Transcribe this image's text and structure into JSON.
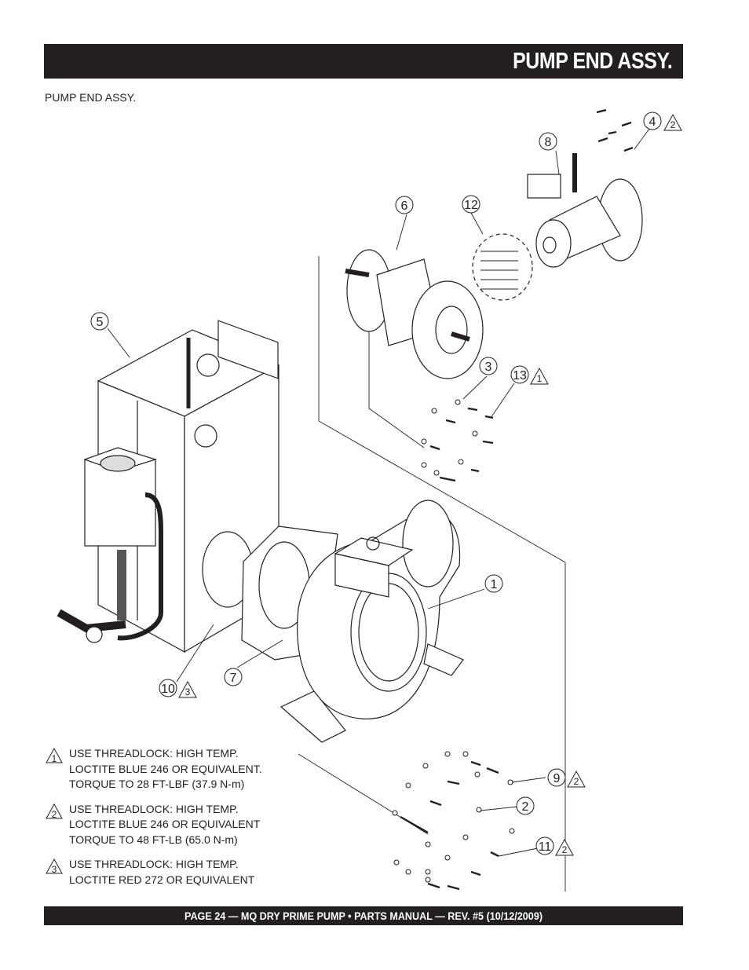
{
  "header": {
    "title": "PUMP END ASSY."
  },
  "subtitle": "PUMP END ASSY.",
  "callouts": {
    "c1": "1",
    "c2": "2",
    "c3": "3",
    "c4": "4",
    "c5": "5",
    "c6": "6",
    "c7": "7",
    "c8": "8",
    "c9": "9",
    "c10": "10",
    "c11": "11",
    "c12": "12",
    "c13": "13"
  },
  "callout_notes": {
    "n4": "2",
    "n9": "2",
    "n10": "3",
    "n11": "2",
    "n13": "1"
  },
  "notes": [
    {
      "num": "1",
      "lines": [
        "USE THREADLOCK: HIGH TEMP.",
        "LOCTITE BLUE 246 OR EQUIVALENT.",
        "TORQUE TO 28 FT-LBF (37.9 N-m)"
      ]
    },
    {
      "num": "2",
      "lines": [
        "USE THREADLOCK: HIGH TEMP.",
        "LOCTITE BLUE 246 OR EQUIVALENT",
        "TORQUE TO 48 FT-LB (65.0 N-m)"
      ]
    },
    {
      "num": "3",
      "lines": [
        "USE THREADLOCK: HIGH TEMP.",
        "LOCTITE RED 272 OR EQUIVALENT"
      ]
    }
  ],
  "footer": {
    "text": "PAGE 24 — MQ DRY PRIME PUMP • PARTS MANUAL — REV. #5 (10/12/2009)"
  }
}
